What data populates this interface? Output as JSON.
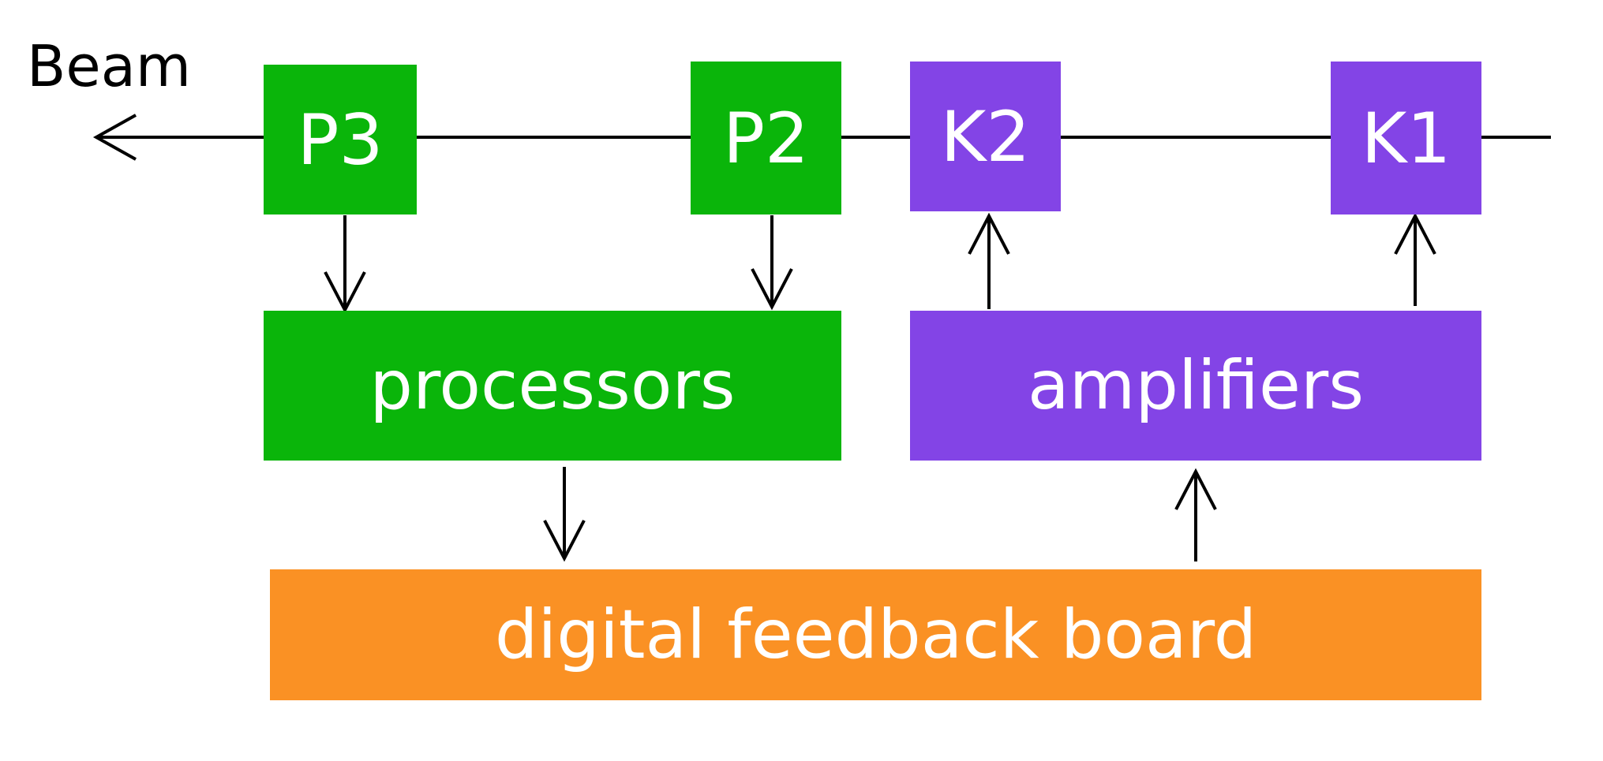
{
  "beam_label": "Beam",
  "pickups": {
    "p3": "P3",
    "p2": "P2"
  },
  "kickers": {
    "k2": "K2",
    "k1": "K1"
  },
  "blocks": {
    "processors": "processors",
    "amplifiers": "amplifiers",
    "board": "digital feedback board"
  },
  "colors": {
    "pickup_processing": "#0ab50a",
    "kicker_amplification": "#8344e6",
    "feedback_board": "#fa9124",
    "lines": "#000000"
  }
}
